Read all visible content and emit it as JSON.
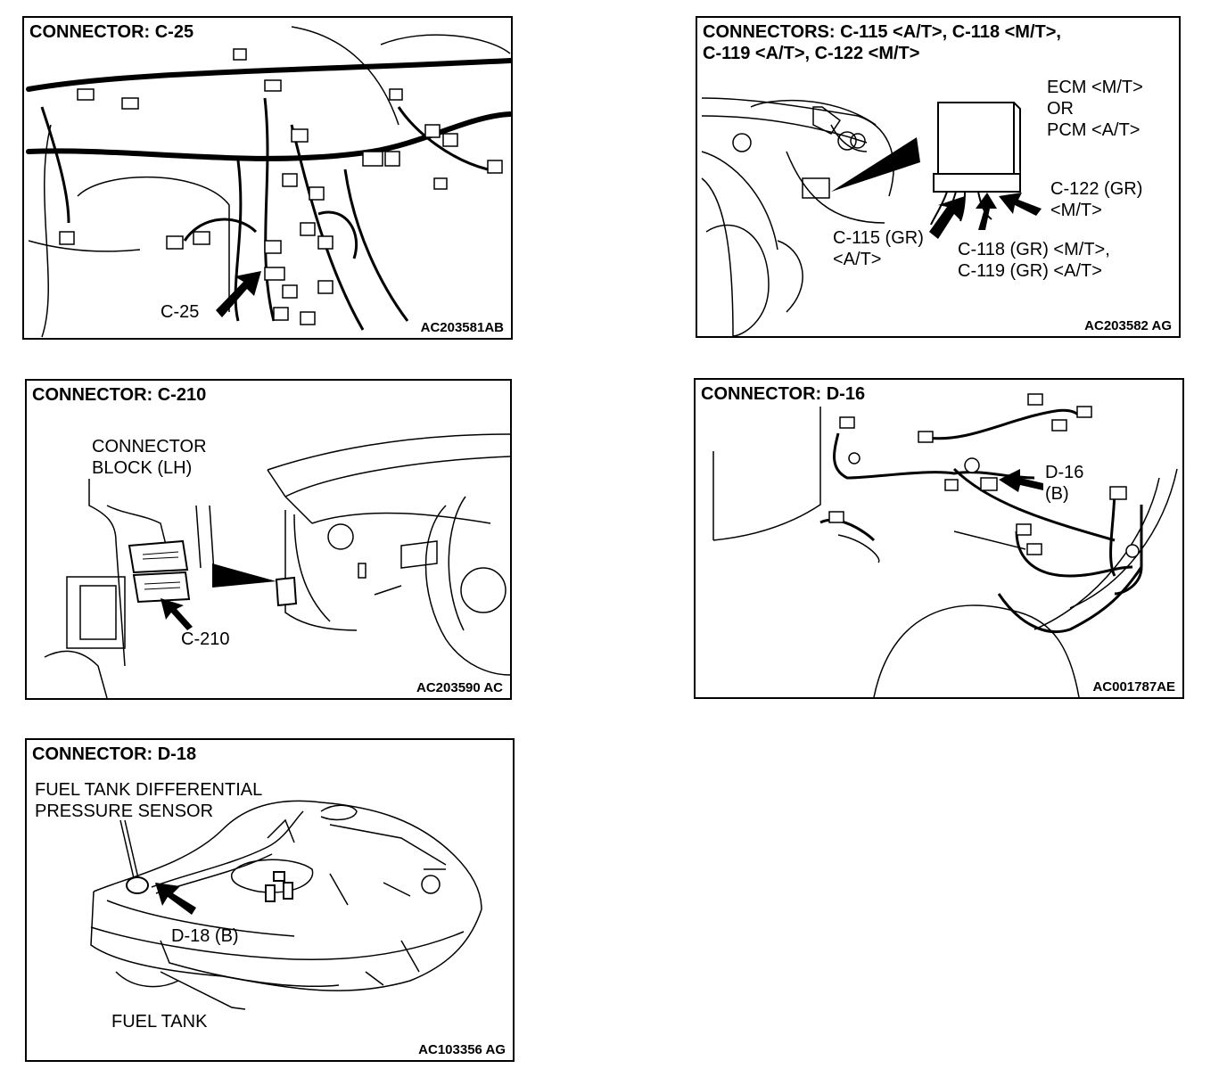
{
  "panels": {
    "c25": {
      "title": "CONNECTOR: C-25",
      "labels": {
        "connector": "C-25"
      },
      "code": "AC203581AB"
    },
    "c115": {
      "title_line1": "CONNECTORS: C-115 <A/T>, C-118 <M/T>,",
      "title_line2": "C-119 <A/T>, C-122 <M/T>",
      "labels": {
        "ecm_1": "ECM <M/T>",
        "ecm_2": "OR",
        "ecm_3": "PCM <A/T>",
        "c122_1": "C-122 (GR)",
        "c122_2": "<M/T>",
        "c115_1": "C-115 (GR)",
        "c115_2": "<A/T>",
        "c118_1": "C-118 (GR) <M/T>,",
        "c118_2": "C-119 (GR) <A/T>"
      },
      "code": "AC203582 AG"
    },
    "c210": {
      "title": "CONNECTOR: C-210",
      "labels": {
        "block_1": "CONNECTOR",
        "block_2": "BLOCK (LH)",
        "connector": "C-210"
      },
      "code": "AC203590 AC"
    },
    "d16": {
      "title": "CONNECTOR: D-16",
      "labels": {
        "d16_1": "D-16",
        "d16_2": "(B)"
      },
      "code": "AC001787AE"
    },
    "d18": {
      "title": "CONNECTOR: D-18",
      "labels": {
        "sensor_1": "FUEL TANK DIFFERENTIAL",
        "sensor_2": "PRESSURE SENSOR",
        "connector": "D-18 (B)",
        "tank": "FUEL TANK"
      },
      "code": "AC103356 AG"
    }
  }
}
